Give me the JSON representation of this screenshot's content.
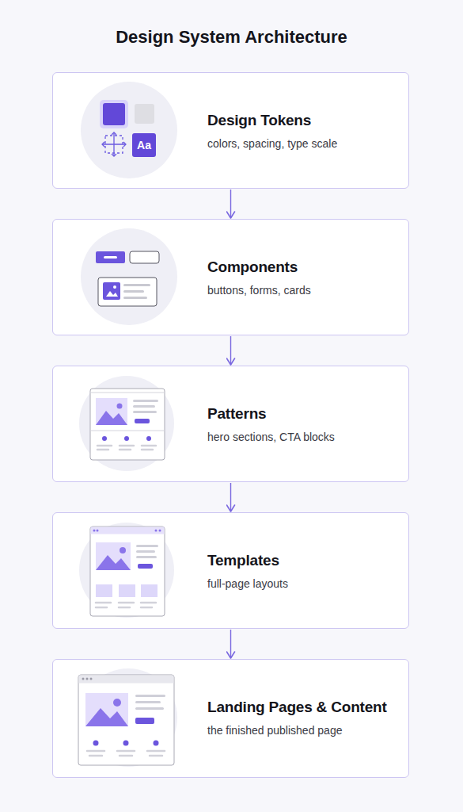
{
  "diagram": {
    "title": "Design System Architecture",
    "nodes": [
      {
        "text": [
          "Design Tokens",
          "colors, spacing, type scale"
        ]
      },
      {
        "text": [
          "Components",
          "buttons, forms, cards"
        ]
      },
      {
        "text": [
          "Patterns",
          "hero sections, CTA blocks"
        ]
      },
      {
        "text": [
          "Templates",
          "full-page layouts"
        ]
      },
      {
        "text": [
          "Landing Pages & Content",
          "the finished published page"
        ]
      }
    ],
    "edges": [
      {
        "from": 0,
        "to": 1,
        "arrow": "to"
      },
      {
        "from": 1,
        "to": 2,
        "arrow": "to"
      },
      {
        "from": 2,
        "to": 3,
        "arrow": "to"
      },
      {
        "from": 3,
        "to": 4,
        "arrow": "to"
      }
    ],
    "labels": [
      "Aa"
    ]
  }
}
